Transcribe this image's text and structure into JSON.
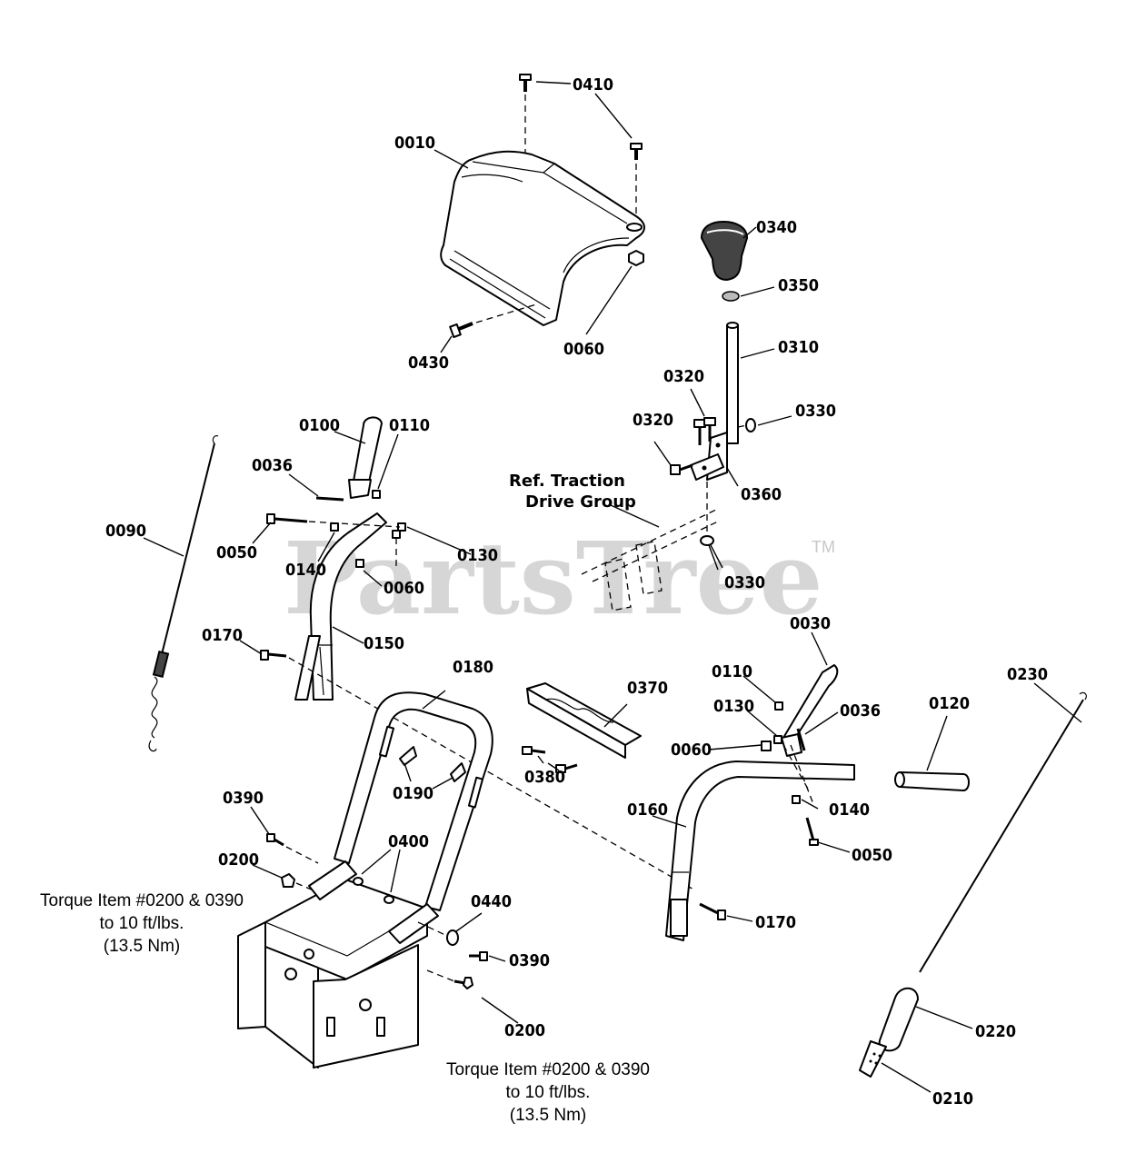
{
  "watermark": {
    "text": "PartsTree",
    "tm": "TM"
  },
  "labels": {
    "p0410": "0410",
    "p0010": "0010",
    "p0340": "0340",
    "p0350": "0350",
    "p0060_top": "0060",
    "p0430": "0430",
    "p0310": "0310",
    "p0320_a": "0320",
    "p0320_b": "0320",
    "p0330_a": "0330",
    "p0360": "0360",
    "p0330_b": "0330",
    "p0100": "0100",
    "p0110_a": "0110",
    "p0036_a": "0036",
    "p0090": "0090",
    "p0050_a": "0050",
    "p0130_a": "0130",
    "p0140_a": "0140",
    "p0060_b": "0060",
    "p0170_a": "0170",
    "p0150": "0150",
    "p0180": "0180",
    "p0370": "0370",
    "p0030": "0030",
    "p0230": "0230",
    "p0110_b": "0110",
    "p0130_b": "0130",
    "p0036_b": "0036",
    "p0120": "0120",
    "p0060_c": "0060",
    "p0380": "0380",
    "p0190": "0190",
    "p0390_a": "0390",
    "p0400": "0400",
    "p0160": "0160",
    "p0140_b": "0140",
    "p0050_b": "0050",
    "p0200_a": "0200",
    "p0440": "0440",
    "p0390_b": "0390",
    "p0170_b": "0170",
    "p0200_b": "0200",
    "p0220": "0220",
    "p0210": "0210"
  },
  "reference": {
    "line1": "Ref. Traction",
    "line2": "Drive Group"
  },
  "notes": {
    "left": {
      "line1": "Torque Item #0200 & 0390",
      "line2": "to 10 ft/lbs.",
      "line3": "(13.5 Nm)"
    },
    "bottom": {
      "line1": "Torque Item #0200 & 0390",
      "line2": "to 10 ft/lbs.",
      "line3": "(13.5 Nm)"
    }
  }
}
